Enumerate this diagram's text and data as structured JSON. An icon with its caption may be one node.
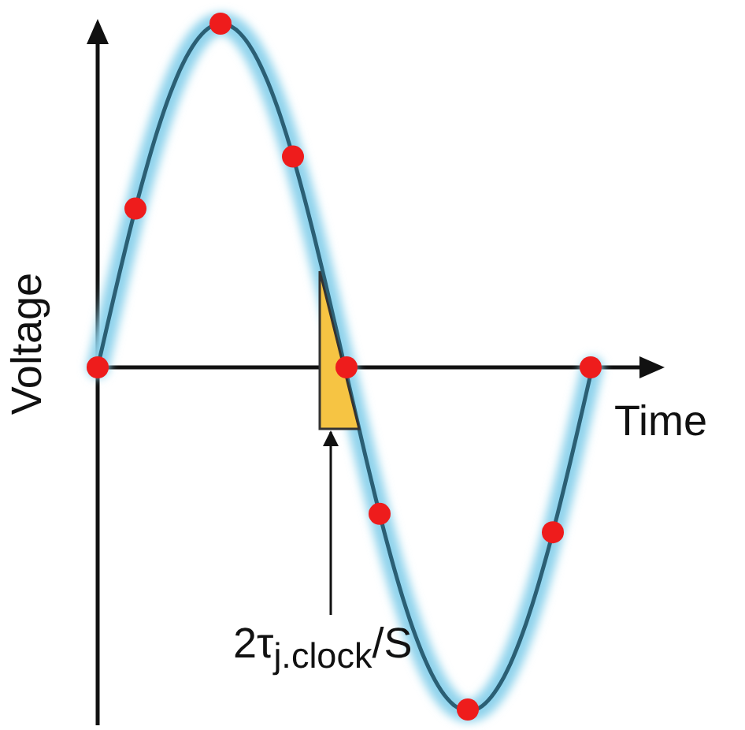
{
  "diagram": {
    "nodes": [
      {
        "text": [
          "2τ$_{j.clock}$/S"
        ]
      },
      {
        "text": [],
        "shape": "triangle"
      }
    ],
    "edges": [
      {
        "from": 0,
        "to": 1,
        "arrow": "to"
      }
    ],
    "labels": [
      "Voltage",
      "Time"
    ]
  }
}
